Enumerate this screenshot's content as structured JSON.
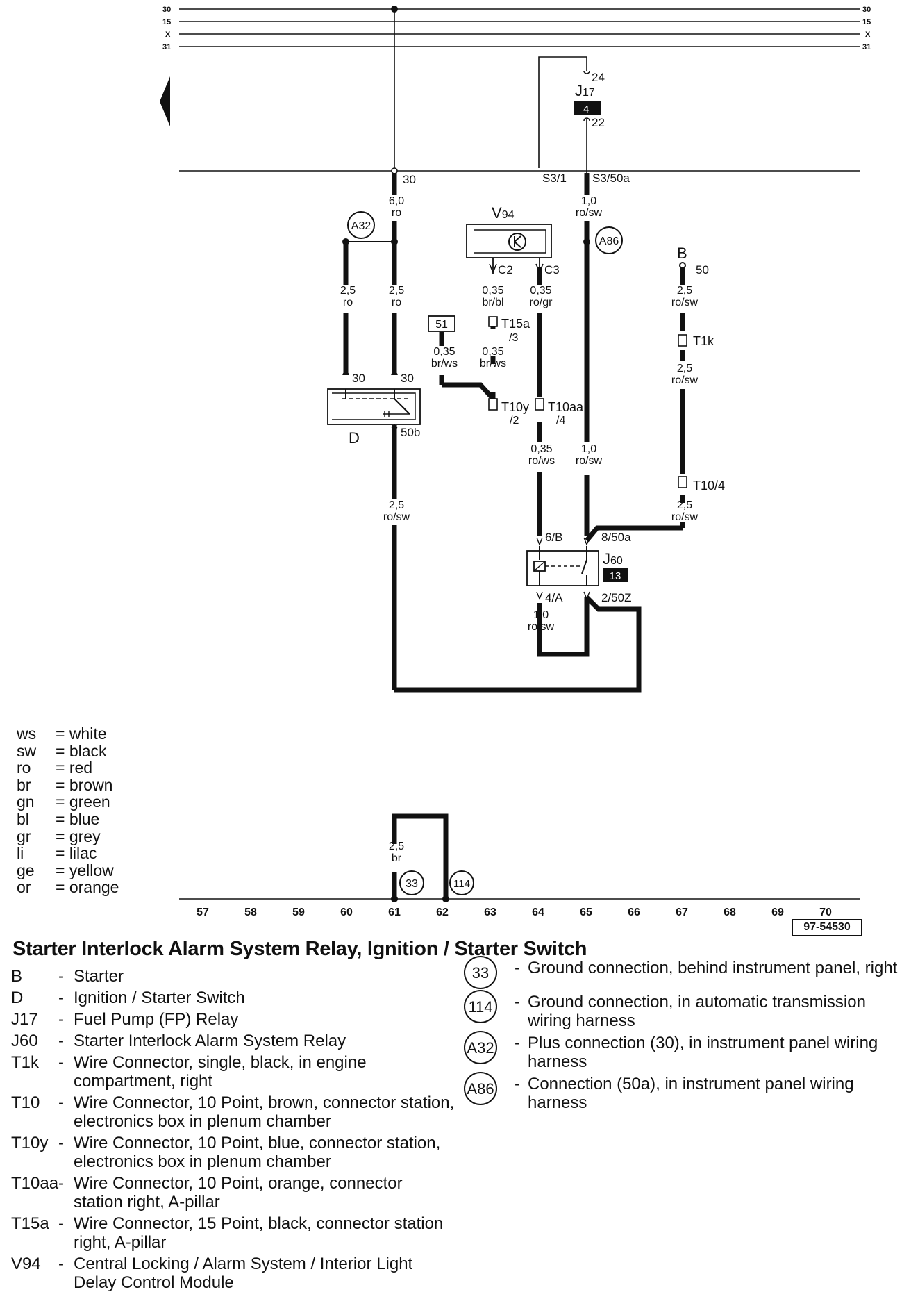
{
  "rails": {
    "left_labels": [
      "30",
      "15",
      "X",
      "31"
    ],
    "right_labels": [
      "30",
      "15",
      "X",
      "31"
    ]
  },
  "components": {
    "j17": {
      "label": "J",
      "sub": "17",
      "box": "4",
      "pin_top": "24",
      "pin_bottom": "22"
    },
    "v94": {
      "label": "V",
      "sub": "94",
      "pin_c2": "C2",
      "pin_c3": "C3"
    },
    "d": {
      "label": "D",
      "pin1": "30",
      "pin2": "30",
      "pin_out": "50b"
    },
    "j60": {
      "label": "J",
      "sub": "60",
      "box": "13",
      "pin_6b": "6/B",
      "pin_8": "8/50a",
      "pin_4a": "4/A",
      "pin_2": "2/50Z"
    },
    "b": {
      "label": "B",
      "pin": "50"
    },
    "box51": "51"
  },
  "bus_labels": {
    "p30": "30",
    "s31": "S3/1",
    "s350": "S3/50a"
  },
  "wires": {
    "w1": {
      "size": "6,0",
      "color": "ro"
    },
    "w2": {
      "size": "1,0",
      "color": "ro/sw"
    },
    "w3": {
      "size": "2,5",
      "color": "ro"
    },
    "w4": {
      "size": "2,5",
      "color": "ro"
    },
    "w5": {
      "size": "0,35",
      "color": "br/bl"
    },
    "w6": {
      "size": "0,35",
      "color": "ro/gr"
    },
    "w7": {
      "size": "0,35",
      "color": "br/ws"
    },
    "w8": {
      "size": "0,35",
      "color": "br/ws"
    },
    "w9": {
      "size": "2,5",
      "color": "ro/sw"
    },
    "w10": {
      "size": "2,5",
      "color": "ro/sw"
    },
    "w11": {
      "size": "0,35",
      "color": "ro/ws"
    },
    "w12": {
      "size": "1,0",
      "color": "ro/sw"
    },
    "w13": {
      "size": "2,5",
      "color": "ro/sw"
    },
    "w14": {
      "size": "2,5",
      "color": "ro/sw"
    },
    "w15": {
      "size": "1,0",
      "color": "ro/sw"
    },
    "w16": {
      "size": "2,5",
      "color": "br"
    }
  },
  "connectors": {
    "t15a": "T15a",
    "t15a_pin": "/3",
    "t1k": "T1k",
    "t10y": "T10y",
    "t10y_pin": "/2",
    "t10aa": "T10aa",
    "t10aa_pin": "/4",
    "t104": "T10/4"
  },
  "badges": {
    "a32": "A32",
    "a86": "A86",
    "g33": "33",
    "g114": "114"
  },
  "axis_numbers": [
    "57",
    "58",
    "59",
    "60",
    "61",
    "62",
    "63",
    "64",
    "65",
    "66",
    "67",
    "68",
    "69",
    "70"
  ],
  "doc_number": "97-54530",
  "color_legend": [
    {
      "code": "ws",
      "name": "= white"
    },
    {
      "code": "sw",
      "name": "= black"
    },
    {
      "code": "ro",
      "name": "= red"
    },
    {
      "code": "br",
      "name": "= brown"
    },
    {
      "code": "gn",
      "name": "= green"
    },
    {
      "code": "bl",
      "name": "= blue"
    },
    {
      "code": "gr",
      "name": "= grey"
    },
    {
      "code": "li",
      "name": "= lilac"
    },
    {
      "code": "ge",
      "name": "= yellow"
    },
    {
      "code": "or",
      "name": "= orange"
    }
  ],
  "title": "Starter Interlock Alarm System Relay, Ignition / Starter Switch",
  "legend_left": [
    {
      "code": "B",
      "desc": "Starter"
    },
    {
      "code": "D",
      "desc": "Ignition / Starter Switch"
    },
    {
      "code": "J17",
      "desc": "Fuel Pump (FP) Relay"
    },
    {
      "code": "J60",
      "desc": "Starter Interlock Alarm System Relay"
    },
    {
      "code": "T1k",
      "desc": "Wire Connector, single, black, in engine compartment, right"
    },
    {
      "code": "T10",
      "desc": "Wire Connector, 10 Point, brown, connector station, electronics box in plenum chamber"
    },
    {
      "code": "T10y",
      "desc": "Wire Connector, 10 Point, blue, connector station, electronics box in plenum chamber"
    },
    {
      "code": "T10aa",
      "desc": "Wire Connector, 10 Point, orange, connector station right, A-pillar"
    },
    {
      "code": "T15a",
      "desc": "Wire Connector, 15 Point, black, connector station right, A-pillar"
    },
    {
      "code": "V94",
      "desc": "Central Locking / Alarm System / Interior Light Delay Control Module"
    }
  ],
  "legend_right": [
    {
      "badge": "33",
      "desc": "Ground connection, behind instrument panel, right"
    },
    {
      "badge": "114",
      "desc": "Ground connection, in automatic transmission wiring harness"
    },
    {
      "badge": "A32",
      "desc": "Plus connection (30), in instrument panel wiring harness"
    },
    {
      "badge": "A86",
      "desc": "Connection (50a), in instrument panel wiring harness"
    }
  ]
}
